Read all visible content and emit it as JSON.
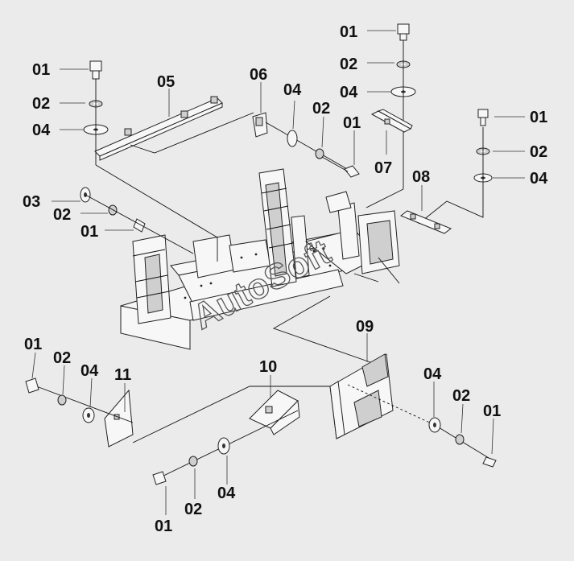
{
  "callouts": {
    "bolt": "01",
    "lock_washer": "02",
    "washer_03": "03",
    "flat_washer": "04",
    "p05": "05",
    "p06": "06",
    "p07": "07",
    "p08": "08",
    "p09": "09",
    "p10": "10",
    "p11": "11"
  },
  "watermark": "AutoSoft"
}
